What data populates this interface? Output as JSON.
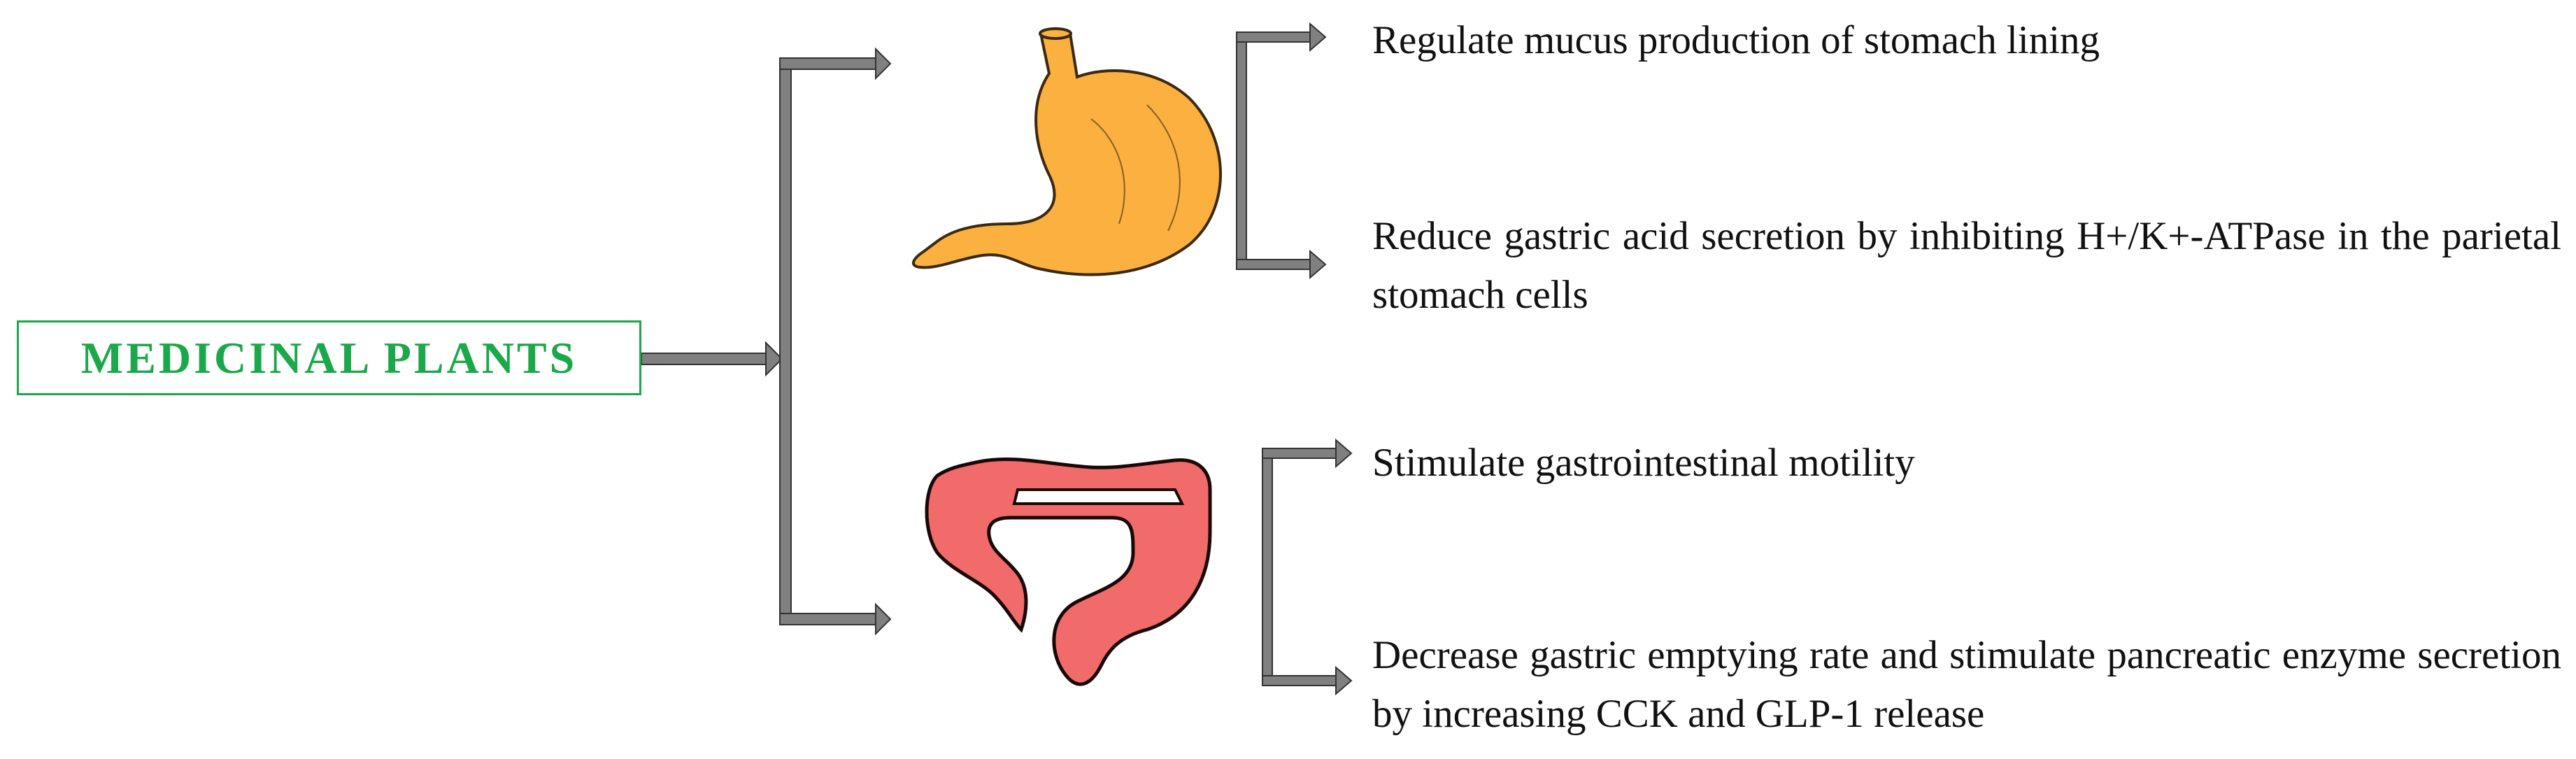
{
  "root": {
    "label": "MEDICINAL PLANTS"
  },
  "organs": [
    {
      "icon": "stomach-icon",
      "effects": [
        "Regulate mucus production of stomach lining",
        "Reduce gastric acid secretion by inhibiting H+/K+-ATPase in the parietal stomach cells"
      ]
    },
    {
      "icon": "intestine-icon",
      "effects": [
        "Stimulate gastrointestinal motility",
        "Decrease gastric emptying rate and stimulate pancreatic enzyme secretion by increasing CCK and GLP-1 release"
      ]
    }
  ],
  "colors": {
    "root_text": "#1aa84a",
    "arrow_fill": "#808080",
    "arrow_stroke": "#333333",
    "stomach": "#fbb040",
    "intestine": "#f26b6b"
  }
}
